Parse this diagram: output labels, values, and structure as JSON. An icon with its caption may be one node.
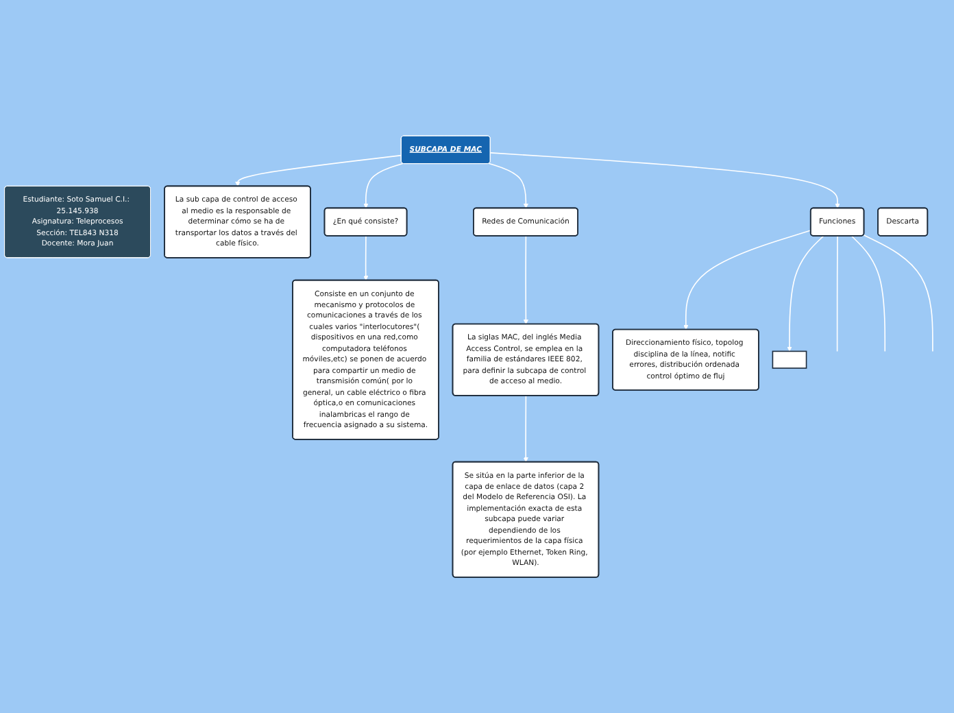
{
  "diagram": {
    "nodes": [
      {
        "text": [
          "Estudiante: Soto Samuel C.I.: 25.145.938",
          "Asignatura: Teleprocesos",
          "Sección: TEL843 N318",
          "Docente: Mora Juan"
        ]
      },
      {
        "text": [
          "SUBCAPA DE MAC"
        ]
      },
      {
        "text": [
          "La sub capa de control de acceso al medio es la responsable de determinar cómo se ha de transportar los datos a través del cable físico."
        ]
      },
      {
        "text": [
          "¿En qué consiste?"
        ]
      },
      {
        "text": [
          "Redes de Comunicación"
        ]
      },
      {
        "text": [
          "Funciones"
        ]
      },
      {
        "text": [
          "Consiste en un conjunto de mecanismo y protocolos de comunicaciones a través de los cuales varios \"interlocutores\"( dispositivos en una red,como computadora teléfonos móviles,etc) se ponen de acuerdo para compartir un medio de transmisión común( por lo general, un cable eléctrico o fibra óptica,o en comunicaciones inalambricas el rango de frecuencia asignado a su sistema."
        ]
      },
      {
        "text": [
          "La siglas MAC, del inglés Media Access Control, se emplea en la familia de estándares IEEE 802, para definir la subcapa de control de acceso al medio."
        ]
      },
      {
        "text": [
          "Se sitúa en la parte inferior de la capa de enlace de datos (capa 2 del Modelo de Referencia OSI). La implementación exacta de esta subcapa puede variar dependiendo de los requerimientos de la capa física (por ejemplo Ethernet, Token Ring, WLAN)."
        ]
      },
      {
        "text": [
          "Direccionamiento físico, topolog disciplina de la línea, notific errores, distribución ordenada control óptimo de fluj"
        ]
      },
      {
        "text": [],
        "shape": "box"
      },
      {
        "text": [
          "Descarta"
        ]
      }
    ],
    "edges": [
      {
        "from": 1,
        "to": 2,
        "arrow": "to"
      },
      {
        "from": 1,
        "to": 3,
        "arrow": "to"
      },
      {
        "from": 1,
        "to": 4,
        "arrow": "to"
      },
      {
        "from": 1,
        "to": 5,
        "arrow": "to"
      },
      {
        "from": 3,
        "to": 6,
        "arrow": "to"
      },
      {
        "from": 4,
        "to": 7,
        "arrow": "to"
      },
      {
        "from": 7,
        "to": 8,
        "arrow": "to"
      },
      {
        "from": 5,
        "to": 9,
        "arrow": "to"
      },
      {
        "from": 5,
        "to": 10,
        "arrow": "to"
      },
      {
        "from": 5,
        "to": null,
        "arrow": "none"
      },
      {
        "from": 5,
        "to": null,
        "arrow": "none"
      },
      {
        "from": 5,
        "to": null,
        "arrow": "none"
      }
    ]
  }
}
